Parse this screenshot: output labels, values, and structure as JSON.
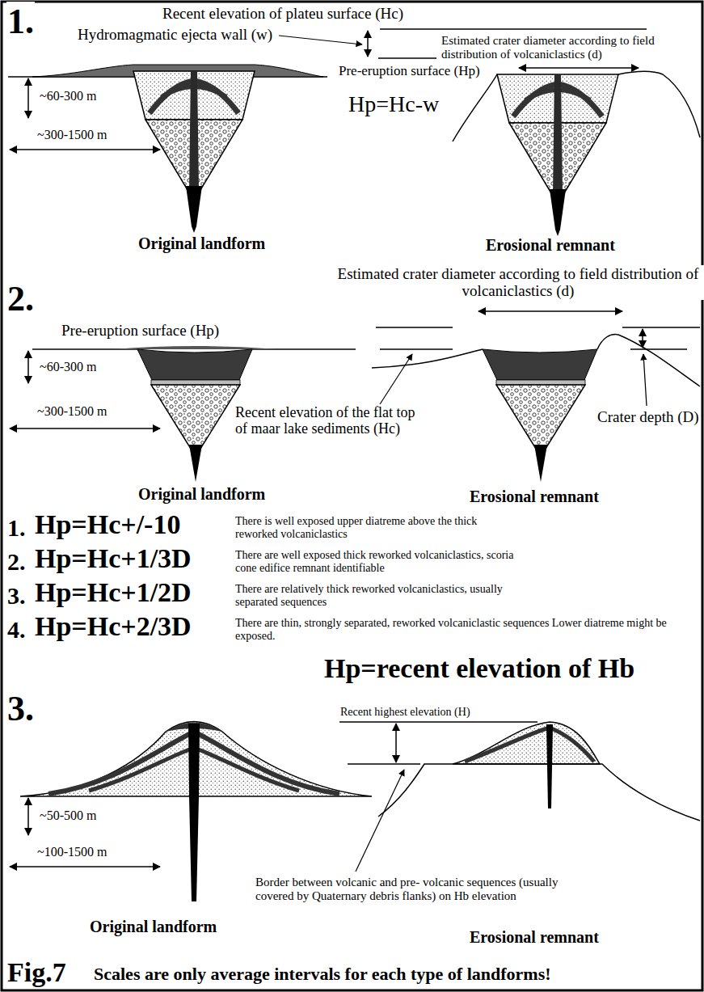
{
  "diagram": {
    "caption": "Scales are only average intervals for each type of landforms!",
    "labels": [
      "1.",
      "Recent elevation of plateu surface (Hc)",
      "Hydromagmatic ejecta wall (w)",
      "Estimated crater diameter according to field distribution of volcaniclastics (d)",
      "~60-300 m",
      "Pre-eruption surface (Hp)",
      "~300-1500 m",
      "Hp=Hc-w",
      "Original landform",
      "Erosional remnant",
      "2.",
      "Estimated crater diameter according to field distribution of volcaniclastics (d)",
      "Pre-eruption surface (Hp)",
      "~60-300 m",
      "Recent elevation of the flat top of maar lake sediments (Hc)",
      "Crater depth (D)",
      "~300-1500 m",
      "Original landform",
      "Erosional remnant",
      "1.",
      "Hp=Hc+/-10",
      "There is well exposed upper diatreme above the thick reworked volcaniclastics",
      "2.",
      "Hp=Hc+1/3D",
      "There are well exposed thick reworked volcaniclastics, scoria cone edifice remnant identifiable",
      "3.",
      "Hp=Hc+1/2D",
      "There are relatively thick reworked volcaniclastics, usually separated sequences",
      "4.",
      "Hp=Hc+2/3D",
      "There are thin, strongly separated, reworked volcaniclastic sequences Lower diatreme might be exposed.",
      "Hp=recent elevation of Hb",
      "3.",
      "Recent highest elevation (H)",
      "~50-500 m",
      "~100-1500 m",
      "Border between volcanic and pre- volcanic sequences (usually covered by Quaternary debris flanks) on Hb elevation",
      "Original landform",
      "Erosional remnant",
      "Fig.7"
    ]
  }
}
